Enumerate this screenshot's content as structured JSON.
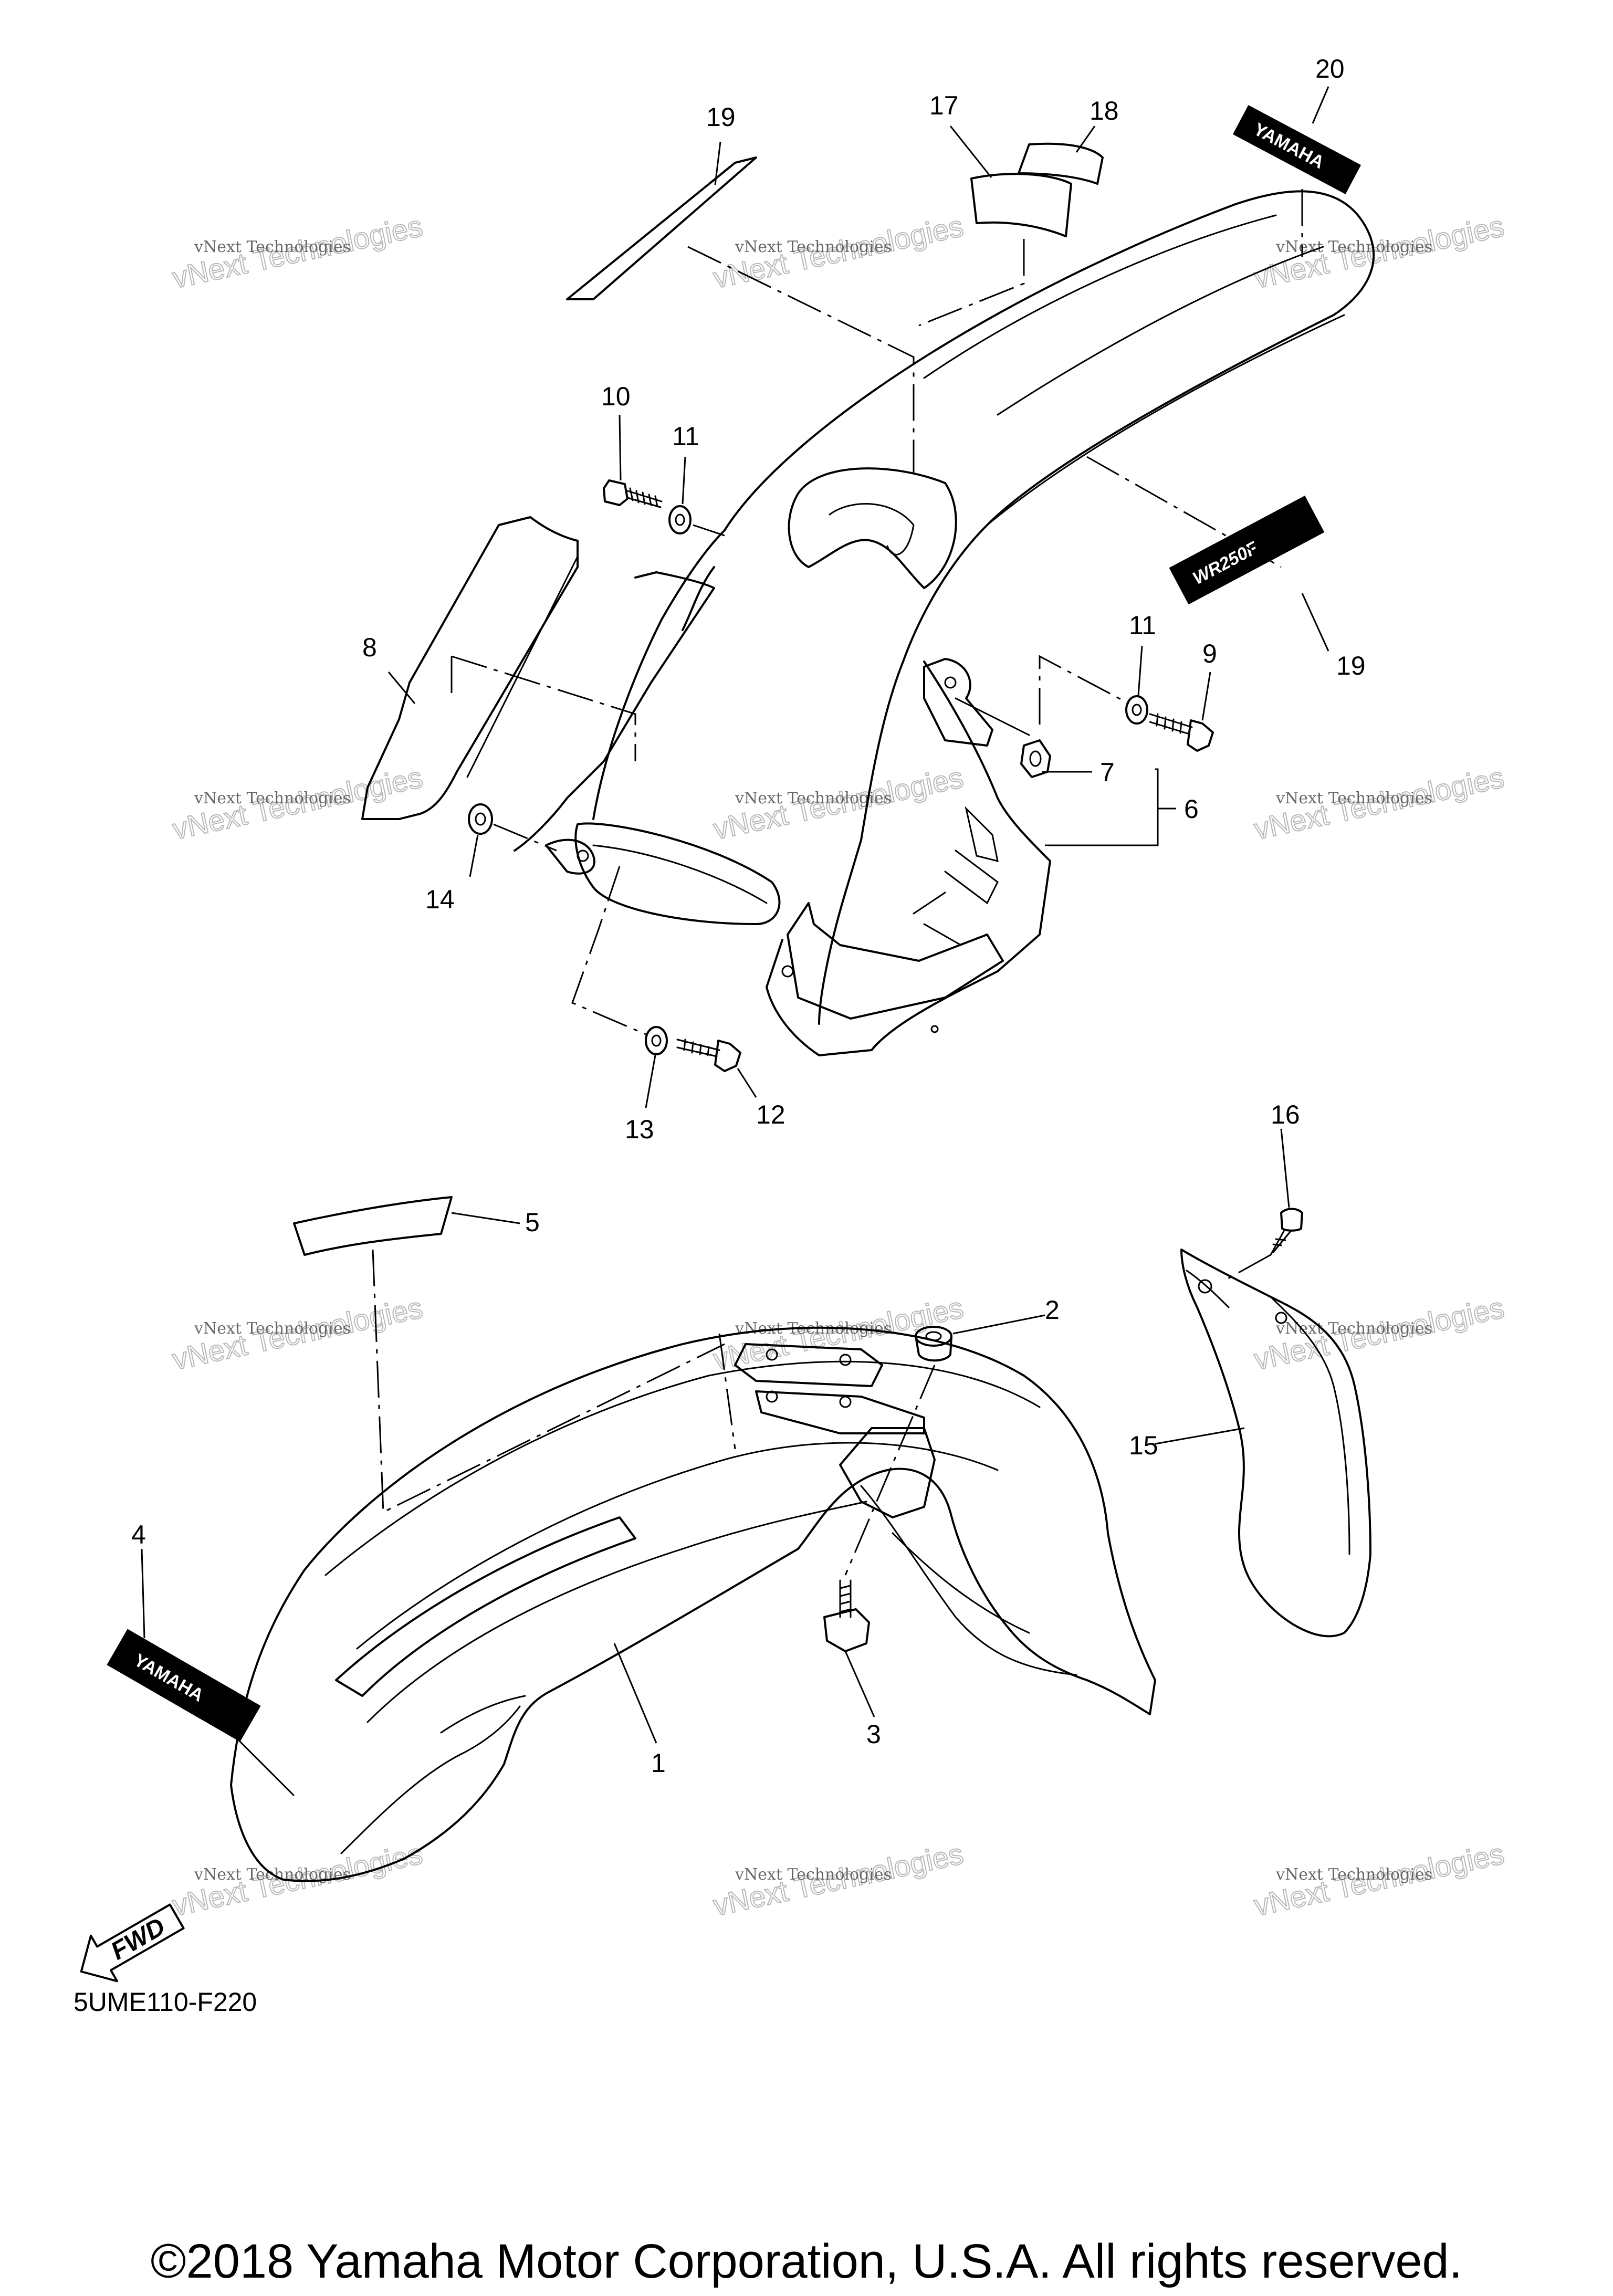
{
  "diagram_code": "5UME110-F220",
  "copyright": "©2018 Yamaha Motor Corporation, U.S.A. All rights reserved.",
  "decals": {
    "brand": "YAMAHA",
    "model": "WR250F",
    "fwd": "FWD"
  },
  "watermark": {
    "small": "vNext Technologies",
    "large": "vNext Technologies"
  },
  "callouts": {
    "p1": "1",
    "p2": "2",
    "p3": "3",
    "p4": "4",
    "p5": "5",
    "p6": "6",
    "p7": "7",
    "p8": "8",
    "p9": "9",
    "p10": "10",
    "p11a": "11",
    "p11b": "11",
    "p12": "12",
    "p13": "13",
    "p14": "14",
    "p15": "15",
    "p16": "16",
    "p17": "17",
    "p18": "18",
    "p19a": "19",
    "p19b": "19",
    "p20": "20"
  }
}
